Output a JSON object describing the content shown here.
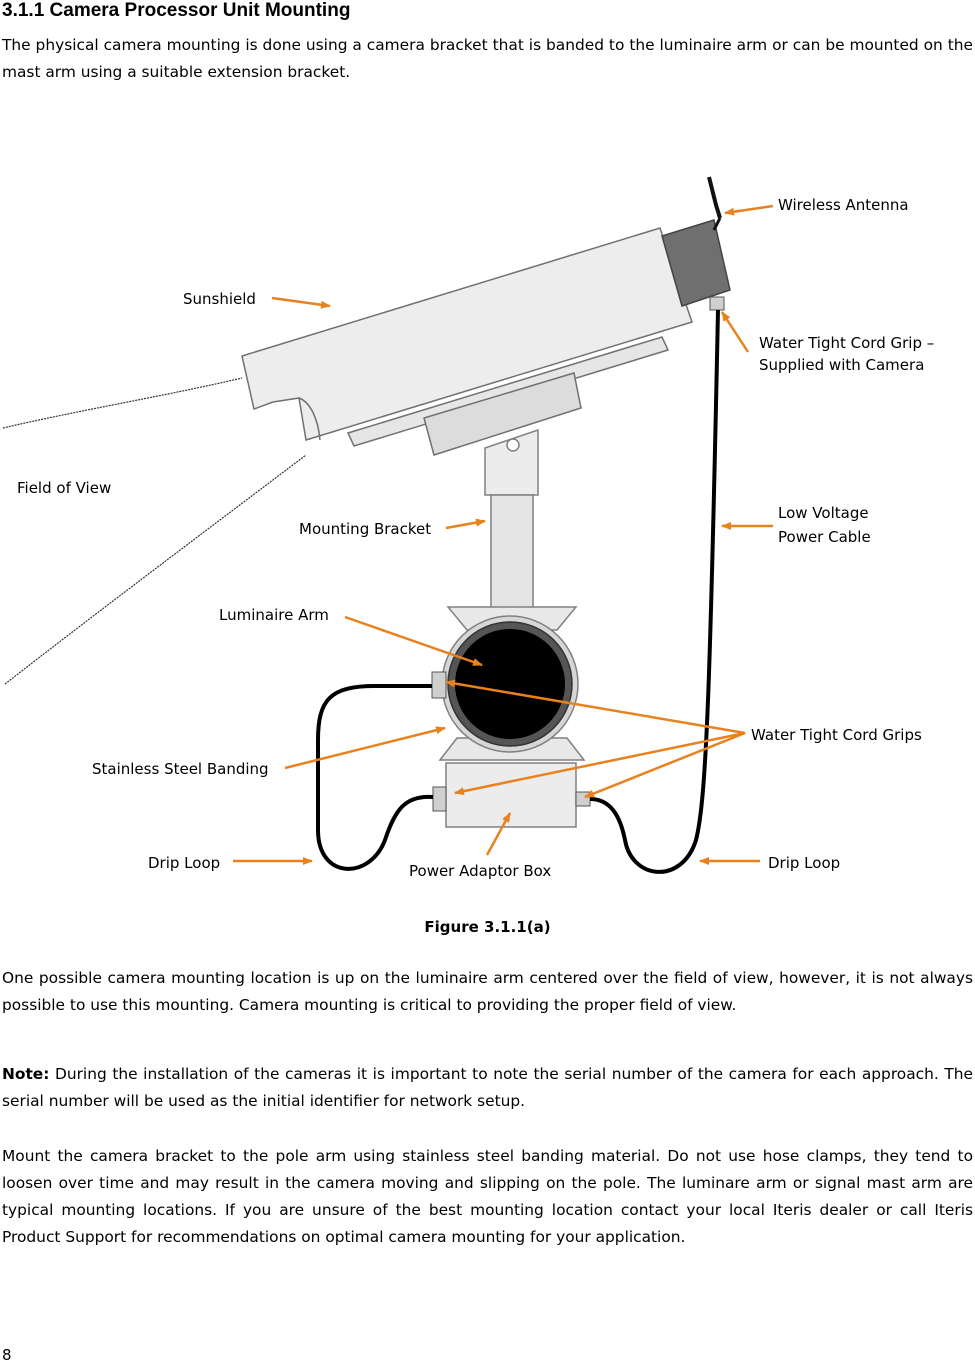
{
  "section": {
    "heading": "3.1.1 Camera Processor Unit Mounting",
    "intro": "The physical camera mounting is done using a camera bracket that is banded to the luminaire arm or can be mounted on the mast arm using a suitable extension bracket."
  },
  "figure": {
    "labels": {
      "wireless_antenna": "Wireless Antenna",
      "sunshield": "Sunshield",
      "cord_grip_line1": "Water Tight Cord Grip –",
      "cord_grip_line2": "Supplied with Camera",
      "field_of_view": "Field of View",
      "mounting_bracket": "Mounting Bracket",
      "low_voltage_line1": "Low Voltage",
      "low_voltage_line2": "Power Cable",
      "luminaire_arm": "Luminaire Arm",
      "cord_grips": "Water Tight Cord Grips",
      "stainless_banding": "Stainless Steel Banding",
      "drip_loop_left": "Drip Loop",
      "power_adaptor_box": "Power Adaptor Box",
      "drip_loop_right": "Drip Loop"
    },
    "caption": "Figure 3.1.1(a)",
    "colors": {
      "arrow": "#e8821e",
      "housing": "#ededed",
      "outline": "#707070"
    }
  },
  "body": {
    "para1": "One possible camera mounting location is up on the luminaire arm centered over the field of view, however, it is not always possible to use this mounting. Camera mounting is critical to providing the proper field of view.",
    "note_label": "Note:",
    "note_text": " During the installation of the cameras it is important to note the serial number of the camera for each approach. The serial number will be used as the initial identifier for network setup.",
    "para3": "Mount the camera bracket to the pole arm using stainless steel banding material. Do not use hose clamps, they tend to loosen over time and may result in the camera moving and slipping on the pole. The luminare arm or signal mast arm are typical mounting locations. If you are unsure of the best mounting location contact your local Iteris dealer or call Iteris Product Support for recommendations on optimal camera mounting for your application."
  },
  "page_number": "8"
}
